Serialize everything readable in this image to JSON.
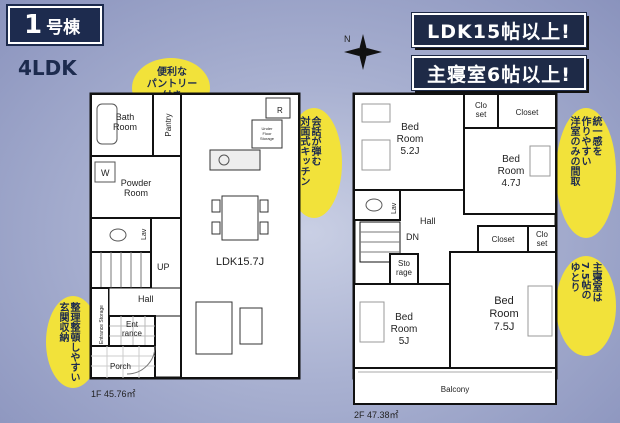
{
  "header": {
    "unit_number": "1",
    "unit_suffix": "号棟",
    "plan_type": "4LDK",
    "banner_ldk": "LDK15帖以上!",
    "banner_master": "主寝室6帖以上!"
  },
  "compass": {
    "label": "N"
  },
  "notes": {
    "pantry": "便利な\nパントリー付き",
    "kitchen": "会話が弾む\n対面式キッチン",
    "entrance_storage": "整理整頓しやすい\n玄関収納",
    "closet": "統一感を\n作りやすい\n洋室のみの間取",
    "master": "主寝室は\n7.5帖の\nゆとり"
  },
  "floor1": {
    "area_label": "1F 45.76㎡",
    "rooms": {
      "bath": "Bath\nRoom",
      "pantry": "Pantry",
      "powder": "Powder\nRoom",
      "washer": "W",
      "toilet_label": "Lav",
      "underfloor": "Under\nFloor\nStorage",
      "refrigerator": "R",
      "up": "UP",
      "hall": "Hall",
      "entrance_storage": "Entrance Storage",
      "entrance": "Ent\nrance",
      "porch": "Porch",
      "ldk": "LDK15.7J"
    }
  },
  "floor2": {
    "area_label": "2F 47.38㎡",
    "rooms": {
      "bed1": "Bed\nRoom\n5.2J",
      "closet1a": "Clo\nset",
      "closet1b": "Closet",
      "bed2": "Bed\nRoom\n4.7J",
      "lav": "Lav",
      "hall": "Hall",
      "dn": "DN",
      "closet2a": "Closet",
      "closet2b": "Clo\nset",
      "storage": "Sto\nrage",
      "bed3": "Bed\nRoom\n5J",
      "bed4": "Bed\nRoom\n7.5J",
      "balcony": "Balcony"
    }
  }
}
